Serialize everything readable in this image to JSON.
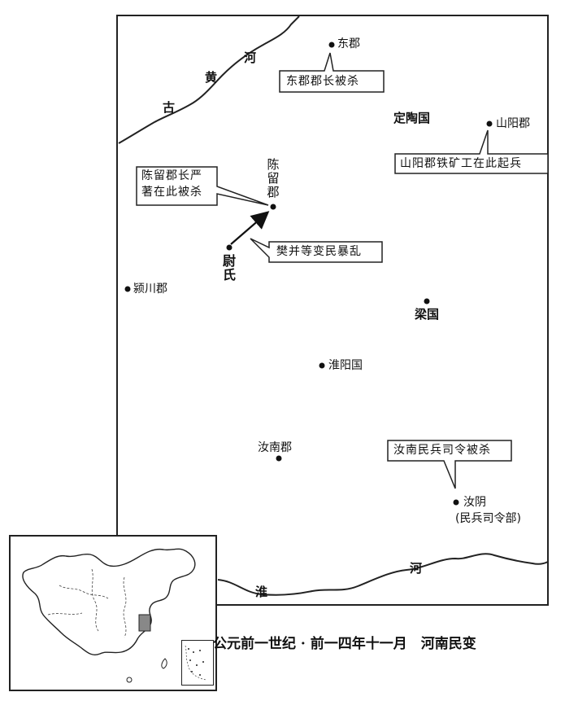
{
  "title": "公元前一世纪 · 前一四年十一月　河南民变",
  "rivers": {
    "yellow": [
      "古",
      "黄",
      "河"
    ],
    "huai": [
      "淮",
      "河"
    ]
  },
  "places": {
    "dongjun": "东郡",
    "dingtao": "定陶国",
    "shanyang": "山阳郡",
    "chenliu": "陈留郡",
    "weishi": "尉氏",
    "yingchuan": "颍川郡",
    "liang": "梁国",
    "huaiyang": "淮阳国",
    "runan": "汝南郡",
    "ruyin": "汝阴",
    "ruyin_note": "(民兵司令部)"
  },
  "callouts": {
    "dongjun": "东郡郡长被杀",
    "shanyang": "山阳郡铁矿工在此起兵",
    "chenliu_line1": "陈留郡长严",
    "chenliu_line2": "著在此被杀",
    "fanbing": "樊并等变民暴乱",
    "runan": "汝南民兵司令被杀"
  }
}
